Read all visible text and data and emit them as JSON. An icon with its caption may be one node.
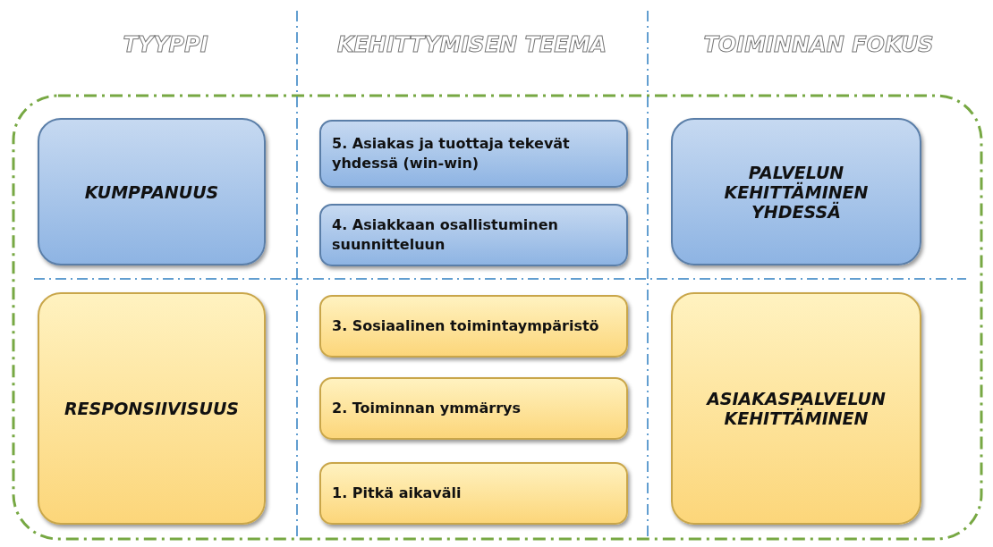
{
  "diagram": {
    "nodes": [
      {
        "text": [
          "KUMPPANUUS"
        ]
      },
      {
        "text": [
          "5. Asiakas ja tuottaja tekevät yhdessä (win-win)"
        ]
      },
      {
        "text": [
          "PALVELUN KEHITTÄMINEN YHDESSÄ"
        ]
      },
      {
        "text": [
          "4. Asiakkaan osallistuminen suunnitteluun"
        ]
      },
      {
        "text": [
          "RESPONSIIVISUUS"
        ]
      },
      {
        "text": [
          "3. Sosiaalinen toimintaympäristö"
        ]
      },
      {
        "text": [
          "ASIAKASPALVELUN KEHITTÄMINEN"
        ]
      },
      {
        "text": [
          "2. Toiminnan ymmärrys"
        ]
      },
      {
        "text": [
          "1. Pitkä aikaväli"
        ]
      }
    ],
    "labels": [
      "TYYPPI",
      "KEHITTYMISEN TEEMA",
      "TOIMINNAN FOKUS"
    ]
  }
}
